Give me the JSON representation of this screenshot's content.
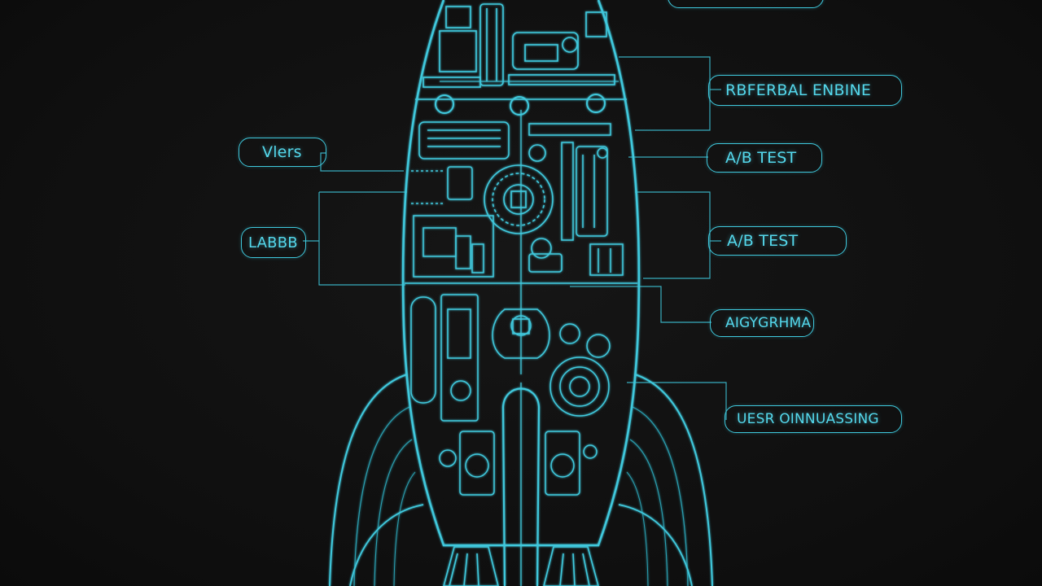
{
  "colors": {
    "background": "#111111",
    "line": "#3fc8dc",
    "text": "#54d8ec",
    "dim_line": "#1f7f8e"
  },
  "labels": {
    "top_partial": "",
    "referral_engine": "RBFERBAL ENBINE",
    "ab_test_1": "A/B TEST",
    "ab_test_2": "A/B TEST",
    "algorithm": "AIGYGRHMA",
    "user_onboarding": "UESR OINNUASSING",
    "users": "Vlers",
    "labs": "LABBB"
  }
}
